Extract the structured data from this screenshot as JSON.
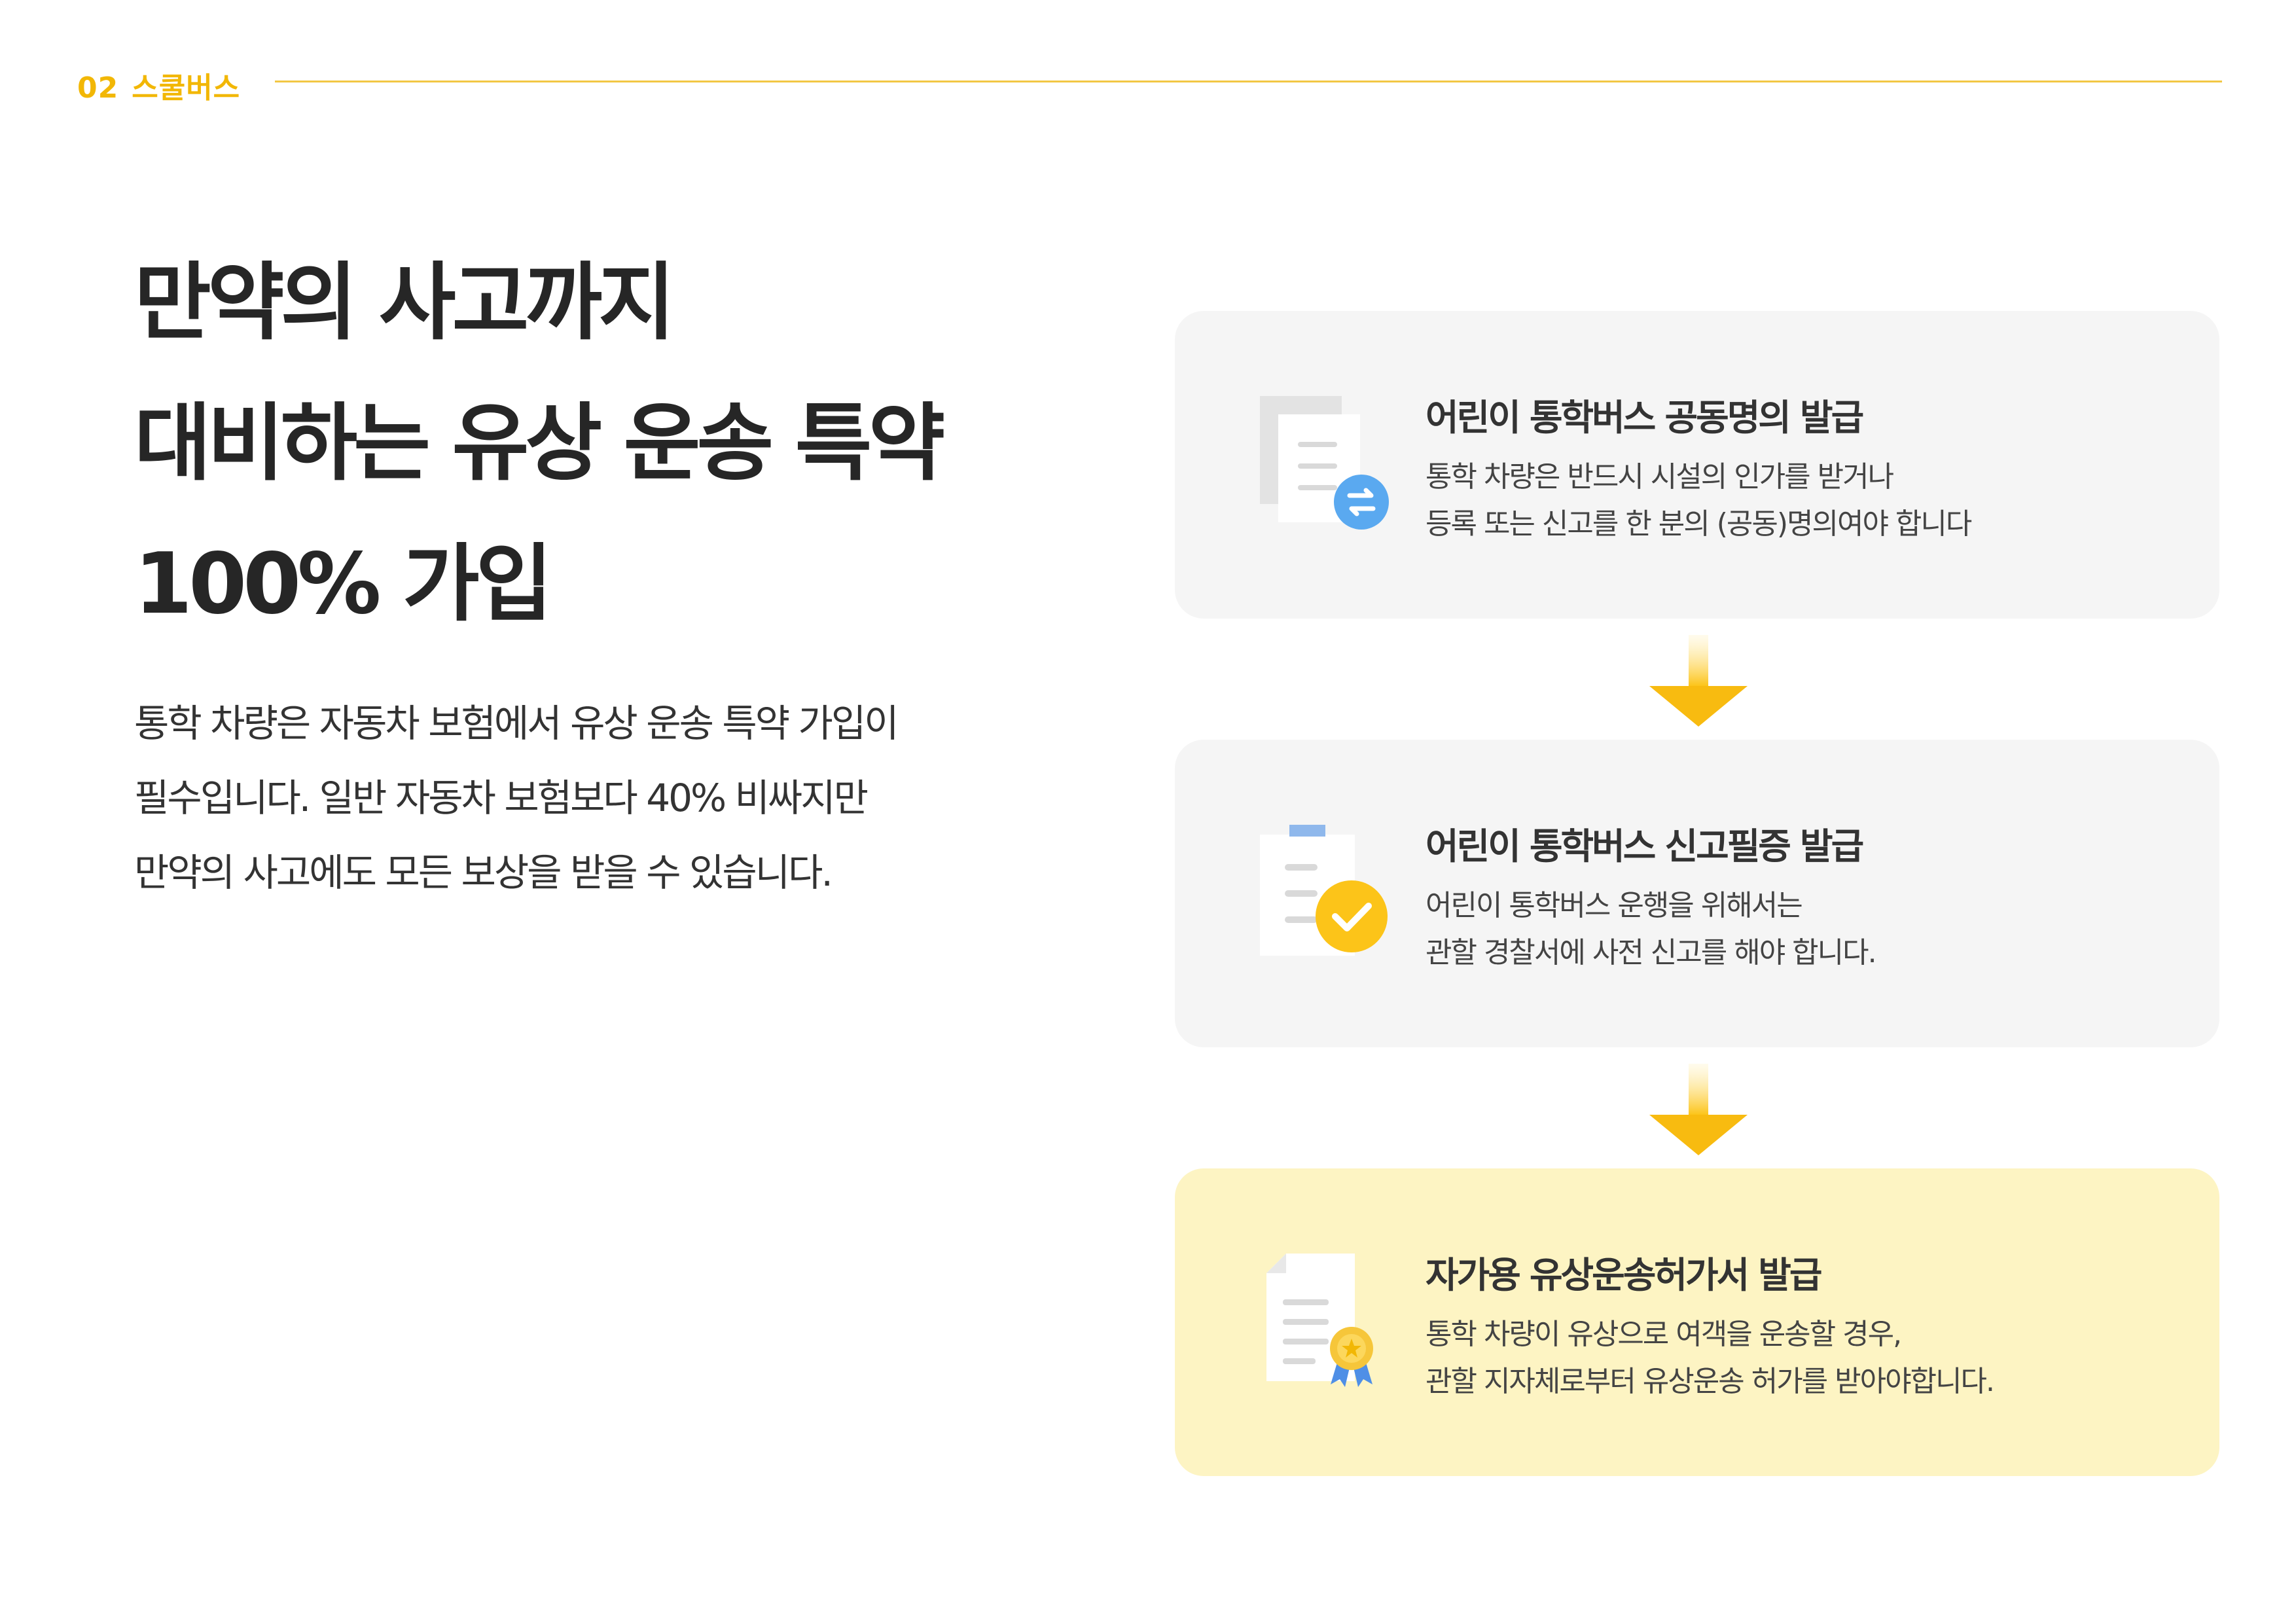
{
  "header": {
    "section_number": "02",
    "section_title": "스쿨버스"
  },
  "headline": {
    "lines": [
      "만약의 사고까지",
      "대비하는 유상 운송 특약",
      "100% 가입"
    ]
  },
  "body": {
    "lines": [
      "통학 차량은 자동차 보험에서 유상 운송 특약 가입이",
      "필수입니다. 일반 자동차 보험보다 40% 비싸지만",
      "만약의 사고에도 모든 보상을 받을 수 있습니다."
    ]
  },
  "steps": [
    {
      "title": "어린이 통학버스 공동명의 발급",
      "desc": [
        "통학 차량은 반드시 시설의 인가를 받거나",
        "등록 또는 신고를 한 분의 (공동)명의여야 합니다"
      ],
      "icon": "document-exchange-icon"
    },
    {
      "title": "어린이 통학버스 신고필증 발급",
      "desc": [
        "어린이 통학버스 운행을 위해서는",
        "관할 경찰서에 사전 신고를 해야 합니다."
      ],
      "icon": "clipboard-check-icon"
    },
    {
      "title": "자가용 유상운송허가서 발급",
      "desc": [
        "통학 차량이 유상으로 여객을 운송할 경우,",
        "관할 지자체로부터 유상운송 허가를 받아야합니다."
      ],
      "icon": "certificate-award-icon"
    }
  ],
  "colors": {
    "accent": "#f2b705",
    "card_bg": "#f5f5f5",
    "highlight_bg": "#fdf4c3",
    "check_yellow": "#fcc419",
    "exchange_blue": "#5aa9f0"
  }
}
